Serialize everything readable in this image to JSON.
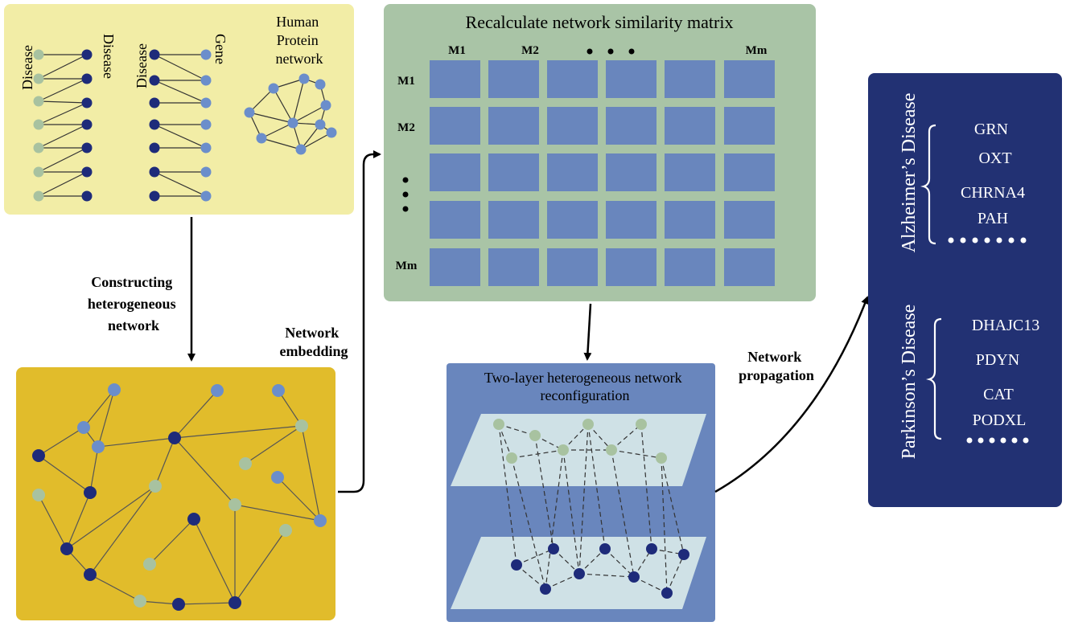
{
  "panel_input": {
    "col1_label": "Disease",
    "col2_label": "Disease",
    "col3_label": "Disease",
    "col4_label": "Gene",
    "ppi_label_lines": [
      "Human",
      "Protein",
      "network"
    ]
  },
  "matrix": {
    "title": "Recalculate network similarity matrix",
    "col_labels": [
      "M1",
      "M2",
      "Mm"
    ],
    "row_labels": [
      "M1",
      "M2",
      "Mm"
    ]
  },
  "arrows": {
    "constructing_lines": [
      "Constructing",
      "heterogeneous",
      "network"
    ],
    "embedding_lines": [
      "Network",
      "embedding"
    ],
    "propagation_lines": [
      "Network",
      "propagation"
    ]
  },
  "reconfig": {
    "title_lines": [
      "Two-layer heterogeneous network",
      "reconfiguration"
    ]
  },
  "results": {
    "group1_name": "Alzheimer’s Disease",
    "group1_genes": [
      "GRN",
      "OXT",
      "CHRNA4",
      "PAH"
    ],
    "group2_name": "Parkinson’s Disease",
    "group2_genes": [
      "DHAJC13",
      "PDYN",
      "CAT",
      "PODXL"
    ]
  },
  "colors": {
    "panel_input_bg": "#f2eda6",
    "matrix_bg": "#a9c4a6",
    "matrix_cell": "#6986bd",
    "hetero_bg": "#e1bc2b",
    "reconfig_bg": "#6986bd",
    "plane": "#cfe1e6",
    "results_bg": "#223173",
    "node_dark": "#1e2b7a",
    "node_light": "#a8c2a0",
    "node_mid": "#6b8ecb"
  }
}
